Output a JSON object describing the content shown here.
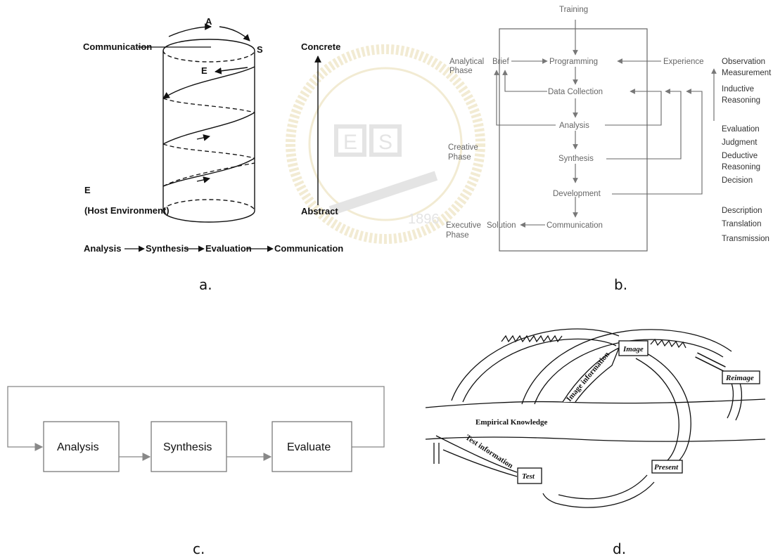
{
  "panel_a": {
    "caption": "a.",
    "top_letter": "A",
    "s_letter": "S",
    "e_letter": "E",
    "communication_label": "Communication",
    "concrete_label": "Concrete",
    "abstract_label": "Abstract",
    "e_host_letter": "E",
    "host_env_label": "(Host Environment)",
    "process": [
      "Analysis",
      "Synthesis",
      "Evaluation",
      "Communication"
    ]
  },
  "panel_b": {
    "caption": "b.",
    "training": "Training",
    "steps": [
      "Programming",
      "Data Collection",
      "Analysis",
      "Synthesis",
      "Development",
      "Communication"
    ],
    "analytical_phase": [
      "Analytical",
      "Phase"
    ],
    "creative_phase": [
      "Creative",
      "Phase"
    ],
    "executive_phase": [
      "Executive",
      "Phase"
    ],
    "brief": "Brief",
    "solution": "Solution",
    "experience": "Experience",
    "right_column_1": [
      "Observation",
      "Measurement",
      "Inductive",
      "Reasoning"
    ],
    "right_column_2": [
      "Evaluation",
      "Judgment",
      "Deductive",
      "Reasoning",
      "Decision"
    ],
    "right_column_3": [
      "Description",
      "Translation",
      "Transmission"
    ]
  },
  "panel_c": {
    "caption": "c.",
    "boxes": [
      "Analysis",
      "Synthesis",
      "Evaluate"
    ]
  },
  "panel_d": {
    "caption": "d.",
    "image": "Image",
    "reimage": "Reimage",
    "present": "Present",
    "test": "Test",
    "empirical": "Empirical Knowledge",
    "image_info": "Image information",
    "test_info": "Test information"
  },
  "watermark": {
    "text": "1896",
    "letters": [
      "E",
      "S"
    ]
  },
  "colors": {
    "grey_text": "#666666",
    "box_stroke": "#7a7a7a",
    "arrow_grey": "#8a8a8a"
  }
}
